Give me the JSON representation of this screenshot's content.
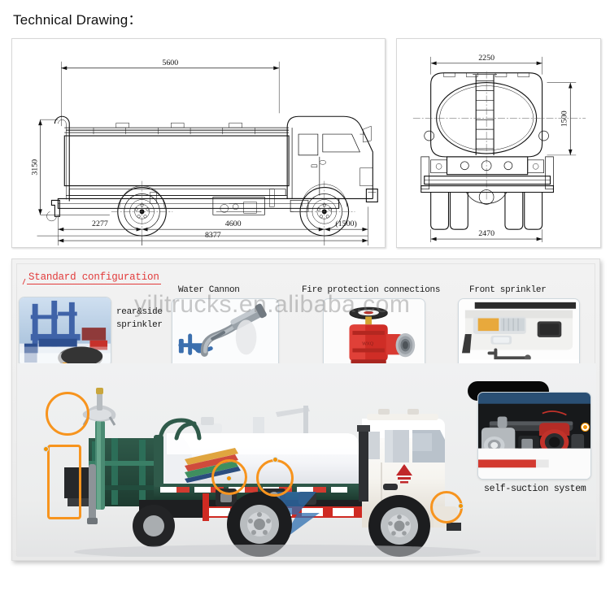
{
  "page": {
    "title": "Technical Drawing：",
    "watermark": "yilitrucks.en.alibaba.com"
  },
  "technical_drawing": {
    "side_view": {
      "name": "side-view",
      "dimensions": {
        "overall_length": "8377",
        "tank_length": "5600",
        "front_overhang": "2277",
        "wheelbase": "4600",
        "rear_overhang": "(1500)",
        "overall_height": "3150"
      }
    },
    "rear_view": {
      "name": "rear-view",
      "dimensions": {
        "tank_width": "2250",
        "overall_width": "2470",
        "tank_height": "1500"
      }
    }
  },
  "configuration": {
    "heading": "Standard configuration",
    "features": [
      {
        "id": "rear-side-sprinkler",
        "label": "rear&side\nsprinkler",
        "label_line1": "rear&side",
        "label_line2": "sprinkler"
      },
      {
        "id": "water-cannon",
        "label": "Water Cannon"
      },
      {
        "id": "fire-protection-connections",
        "label": "Fire protection connections"
      },
      {
        "id": "front-sprinkler",
        "label": "Front sprinkler"
      },
      {
        "id": "self-suction-system",
        "label": "self-suction system"
      }
    ],
    "colors": {
      "heading": "#e23b3b",
      "highlight": "#f7941e",
      "leader": "#b9d6e8",
      "panel_bg": "#eeeeee"
    }
  }
}
